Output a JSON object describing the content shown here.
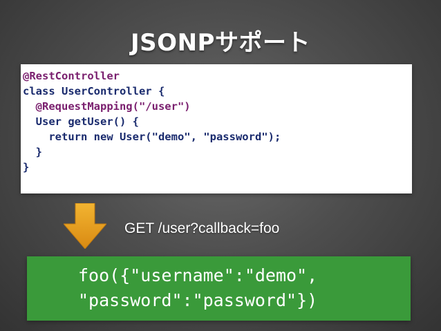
{
  "slide": {
    "title": "JSONPサポート"
  },
  "code": {
    "lines": [
      "@RestController",
      "class UserController {",
      "  @RequestMapping(\"/user\")",
      "  User getUser() {",
      "    return new User(\"demo\", \"password\");",
      "  }",
      "}"
    ]
  },
  "request": {
    "text": "GET /user?callback=foo"
  },
  "response": {
    "lines": [
      "foo({\"username\":\"demo\",",
      "\"password\":\"password\"})"
    ]
  },
  "colors": {
    "arrow": "#e8a020",
    "response_background": "#3a9a3a",
    "code_background": "#ffffff"
  },
  "icons": {
    "arrow": "down-arrow-icon"
  }
}
